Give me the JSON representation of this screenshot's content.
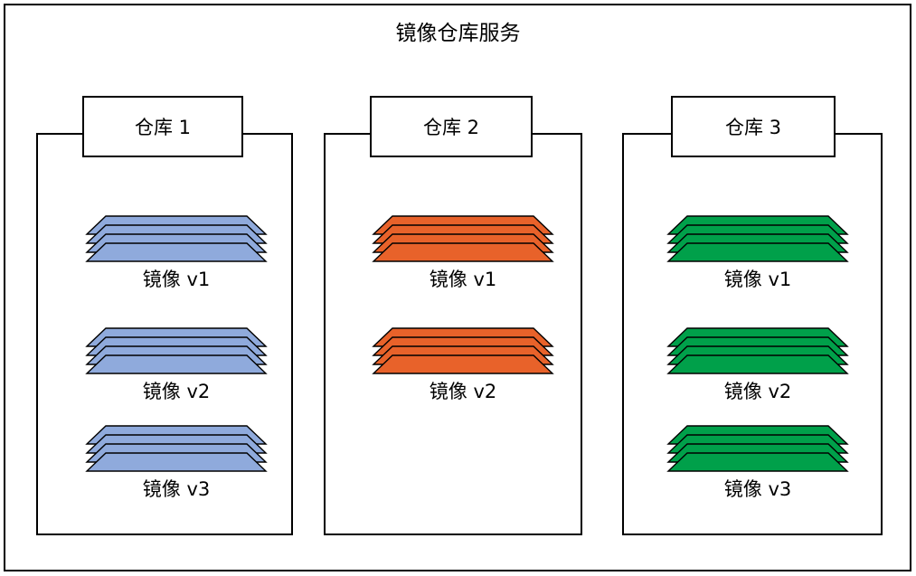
{
  "diagram": {
    "title": "镜像仓库服务",
    "type": "container-registry-architecture",
    "colors": {
      "blue_fill": "#8FAADC",
      "orange_fill": "#E8622A",
      "green_fill": "#00A04A",
      "stroke": "#000000",
      "background": "#FFFFFF"
    },
    "repositories": [
      {
        "header_label": "仓库 1",
        "color_key": "blue_fill",
        "fill": "#8FAADC",
        "images": [
          {
            "label": "镜像 v1",
            "layers": 4
          },
          {
            "label": "镜像 v2",
            "layers": 4
          },
          {
            "label": "镜像 v3",
            "layers": 4
          }
        ]
      },
      {
        "header_label": "仓库 2",
        "color_key": "orange_fill",
        "fill": "#E8622A",
        "images": [
          {
            "label": "镜像 v1",
            "layers": 4
          },
          {
            "label": "镜像 v2",
            "layers": 4
          }
        ]
      },
      {
        "header_label": "仓库 3",
        "color_key": "green_fill",
        "fill": "#00A04A",
        "images": [
          {
            "label": "镜像 v1",
            "layers": 4
          },
          {
            "label": "镜像 v2",
            "layers": 4
          },
          {
            "label": "镜像 v3",
            "layers": 4
          }
        ]
      }
    ]
  }
}
